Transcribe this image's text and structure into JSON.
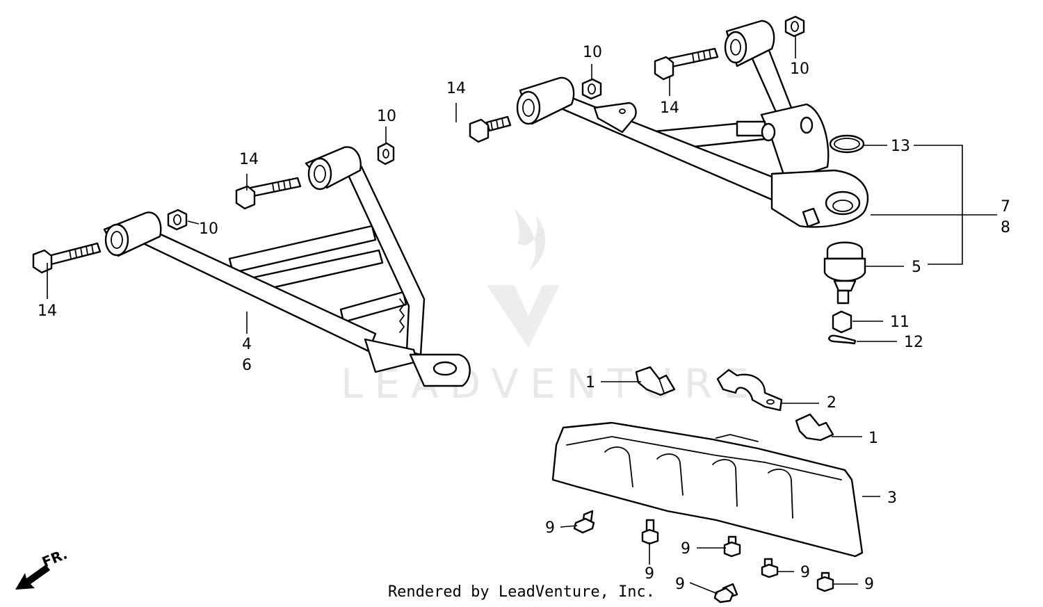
{
  "callouts": {
    "c14a": "14",
    "c10a": "10",
    "c14b": "14",
    "c10b": "10",
    "c4": "4",
    "c6": "6",
    "c14c": "14",
    "c10c": "10",
    "c14d": "14",
    "c10d": "10",
    "c13": "13",
    "c7": "7",
    "c8": "8",
    "c5": "5",
    "c11": "11",
    "c12": "12",
    "c1a": "1",
    "c2": "2",
    "c1b": "1",
    "c3": "3",
    "c9a": "9",
    "c9b": "9",
    "c9c": "9",
    "c9d": "9",
    "c9e": "9",
    "c9f": "9"
  },
  "direction_label": "FR.",
  "watermark": "LEADVENTURE",
  "footer": "Rendered by LeadVenture, Inc.",
  "colors": {
    "line": "#000000",
    "watermark": "#e6e6e6",
    "background": "#ffffff"
  }
}
